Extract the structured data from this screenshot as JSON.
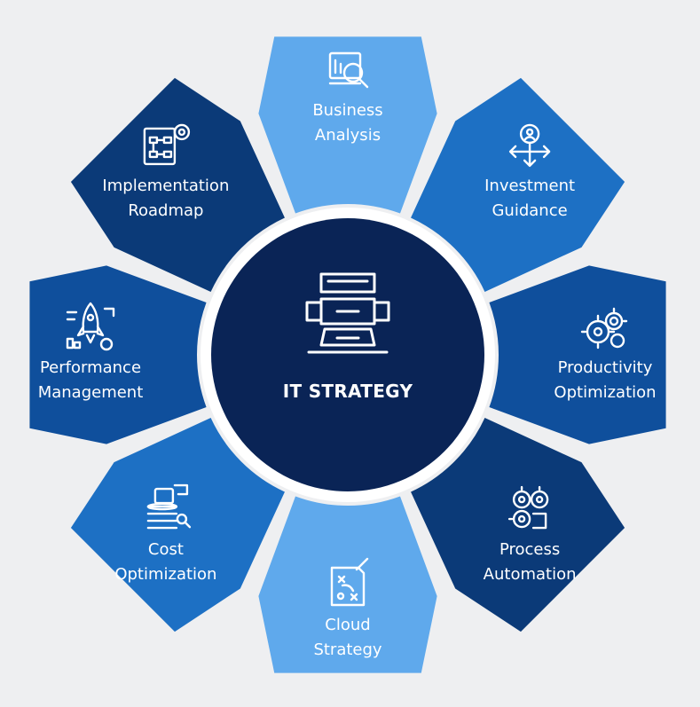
{
  "center": {
    "title": "IT STRATEGY",
    "icon": "computer-workstation-icon"
  },
  "colors": {
    "background": "#eeeff1",
    "hub": "#0a2456",
    "ring": "#ffffff"
  },
  "segments": [
    {
      "id": "business-analysis",
      "lines": [
        "Business",
        "Analysis"
      ],
      "icon": "analysis-magnifier-icon",
      "color": "#5fa9ec"
    },
    {
      "id": "investment-guidance",
      "lines": [
        "Investment",
        "Guidance"
      ],
      "icon": "investment-person-arrows-icon",
      "color": "#1d70c4"
    },
    {
      "id": "productivity-optimization",
      "lines": [
        "Productivity",
        "Optimization"
      ],
      "icon": "productivity-gears-icon",
      "color": "#0f4f9c"
    },
    {
      "id": "process-automation",
      "lines": [
        "Process",
        "Automation"
      ],
      "icon": "process-gears-icon",
      "color": "#0b3a78"
    },
    {
      "id": "cloud-strategy",
      "lines": [
        "Cloud",
        "Strategy"
      ],
      "icon": "cloud-strategy-board-icon",
      "color": "#5fa9ec"
    },
    {
      "id": "cost-optimization",
      "lines": [
        "Cost",
        "Optimization"
      ],
      "icon": "cost-coins-icon",
      "color": "#1d70c4"
    },
    {
      "id": "performance-management",
      "lines": [
        "Performance",
        "Management"
      ],
      "icon": "performance-rocket-icon",
      "color": "#0f4f9c"
    },
    {
      "id": "implementation-roadmap",
      "lines": [
        "Implementation",
        "Roadmap"
      ],
      "icon": "roadmap-flowchart-icon",
      "color": "#0b3a78"
    }
  ]
}
